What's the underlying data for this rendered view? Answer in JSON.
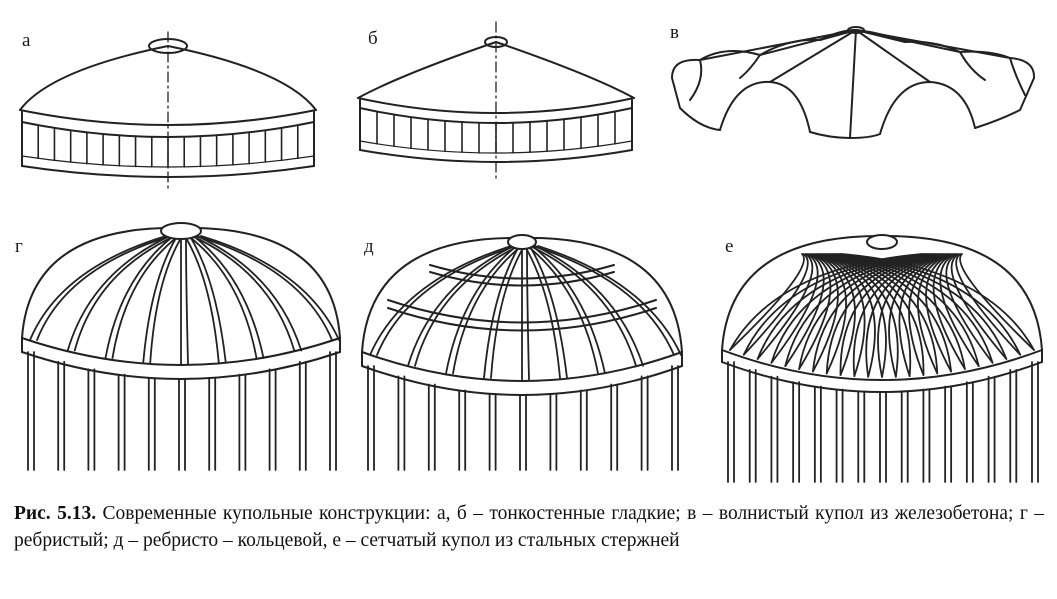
{
  "labels": {
    "a": "а",
    "b": "б",
    "v": "в",
    "g": "г",
    "d": "д",
    "e": "е"
  },
  "caption": {
    "figure_ref": "Рис. 5.13.",
    "text": " Современные купольные конструкции: а, б – тонкостенные гладкие; в – волнистый купол из железобетона; г  – ребристый; д – ребристо – кольцевой, е – сетчатый купол из стальных стержней"
  }
}
